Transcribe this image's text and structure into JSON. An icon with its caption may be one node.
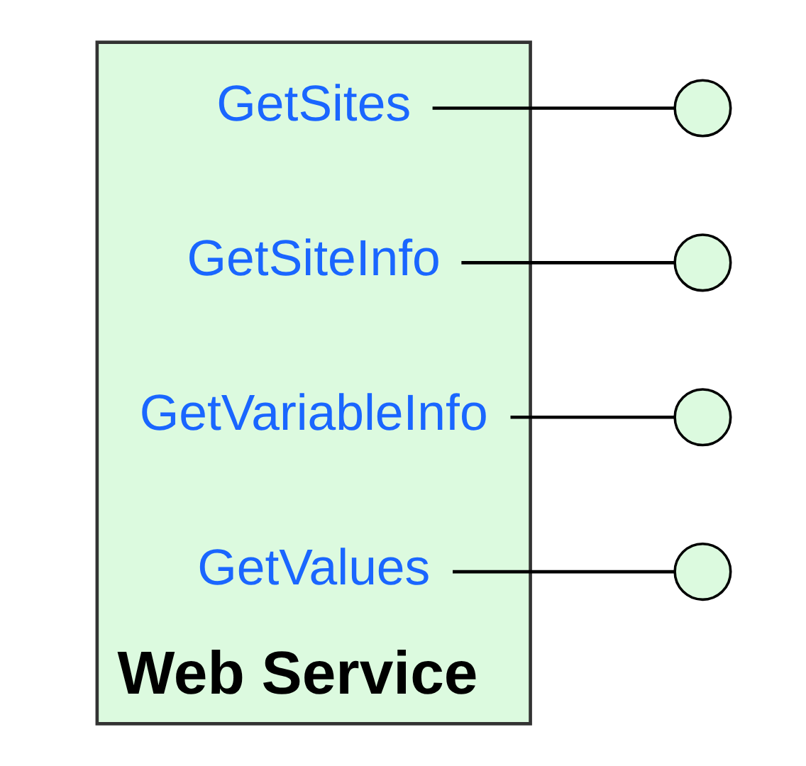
{
  "diagram": {
    "nodes": [
      {
        "text": [
          "Web Service"
        ]
      },
      {
        "text": [
          "GetSites"
        ],
        "in": 0
      },
      {
        "text": [
          "GetSiteInfo"
        ],
        "in": 0
      },
      {
        "text": [
          "GetVariableInfo"
        ],
        "in": 0
      },
      {
        "text": [
          "GetValues"
        ],
        "in": 0
      },
      {
        "text": [],
        "shape": "circle"
      },
      {
        "text": [],
        "shape": "circle"
      },
      {
        "text": [],
        "shape": "circle"
      },
      {
        "text": [],
        "shape": "circle"
      }
    ],
    "edges": [
      {
        "from": 1,
        "to": 5,
        "arrow": "none"
      },
      {
        "from": 2,
        "to": 6,
        "arrow": "none"
      },
      {
        "from": 3,
        "to": 7,
        "arrow": "none"
      },
      {
        "from": 4,
        "to": 8,
        "arrow": "none"
      }
    ]
  }
}
